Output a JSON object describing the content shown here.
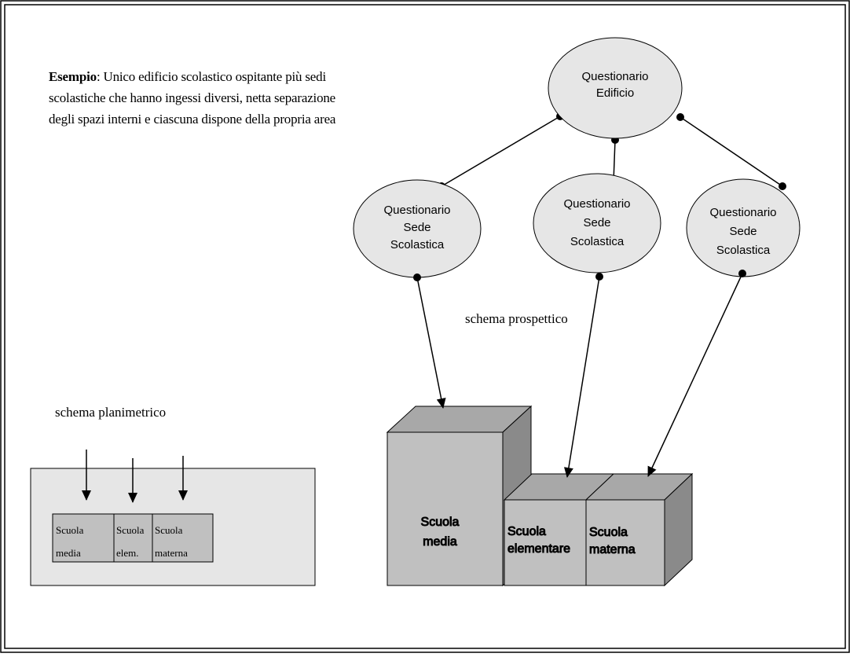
{
  "intro": {
    "bold_label": "Esempio",
    "text_lines": [
      ": Unico edificio scolastico ospitante più sedi",
      "scolastiche che hanno ingessi diversi, netta separazione",
      "degli spazi interni e ciascuna dispone della propria area"
    ]
  },
  "nodes": {
    "edificio": [
      "Questionario",
      "Edificio"
    ],
    "sede_1": [
      "Questionario",
      "Sede",
      "Scolastica"
    ],
    "sede_2": [
      "Questionario",
      "Sede",
      "Scolastica"
    ],
    "sede_3": [
      "Questionario",
      "Sede",
      "Scolastica"
    ]
  },
  "labels": {
    "prospettico": "schema prospettico",
    "planimetrico": "schema planimetrico"
  },
  "blocks_3d": {
    "media": [
      "Scuola",
      "media"
    ],
    "elementare": [
      "Scuola",
      "elementare"
    ],
    "materna": [
      "Scuola",
      "materna"
    ]
  },
  "plan": {
    "media": [
      "Scuola",
      "media"
    ],
    "elem": [
      "Scuola",
      "elem."
    ],
    "materna": [
      "Scuola",
      "materna"
    ]
  },
  "colors": {
    "ellipse_fill": "#e6e6e6",
    "box_front": "#c0c0c0",
    "box_top": "#a8a8a8",
    "box_side": "#8a8a8a",
    "plan_bg": "#e6e6e6",
    "plan_cells": "#c0c0c0",
    "border": "#000000"
  }
}
